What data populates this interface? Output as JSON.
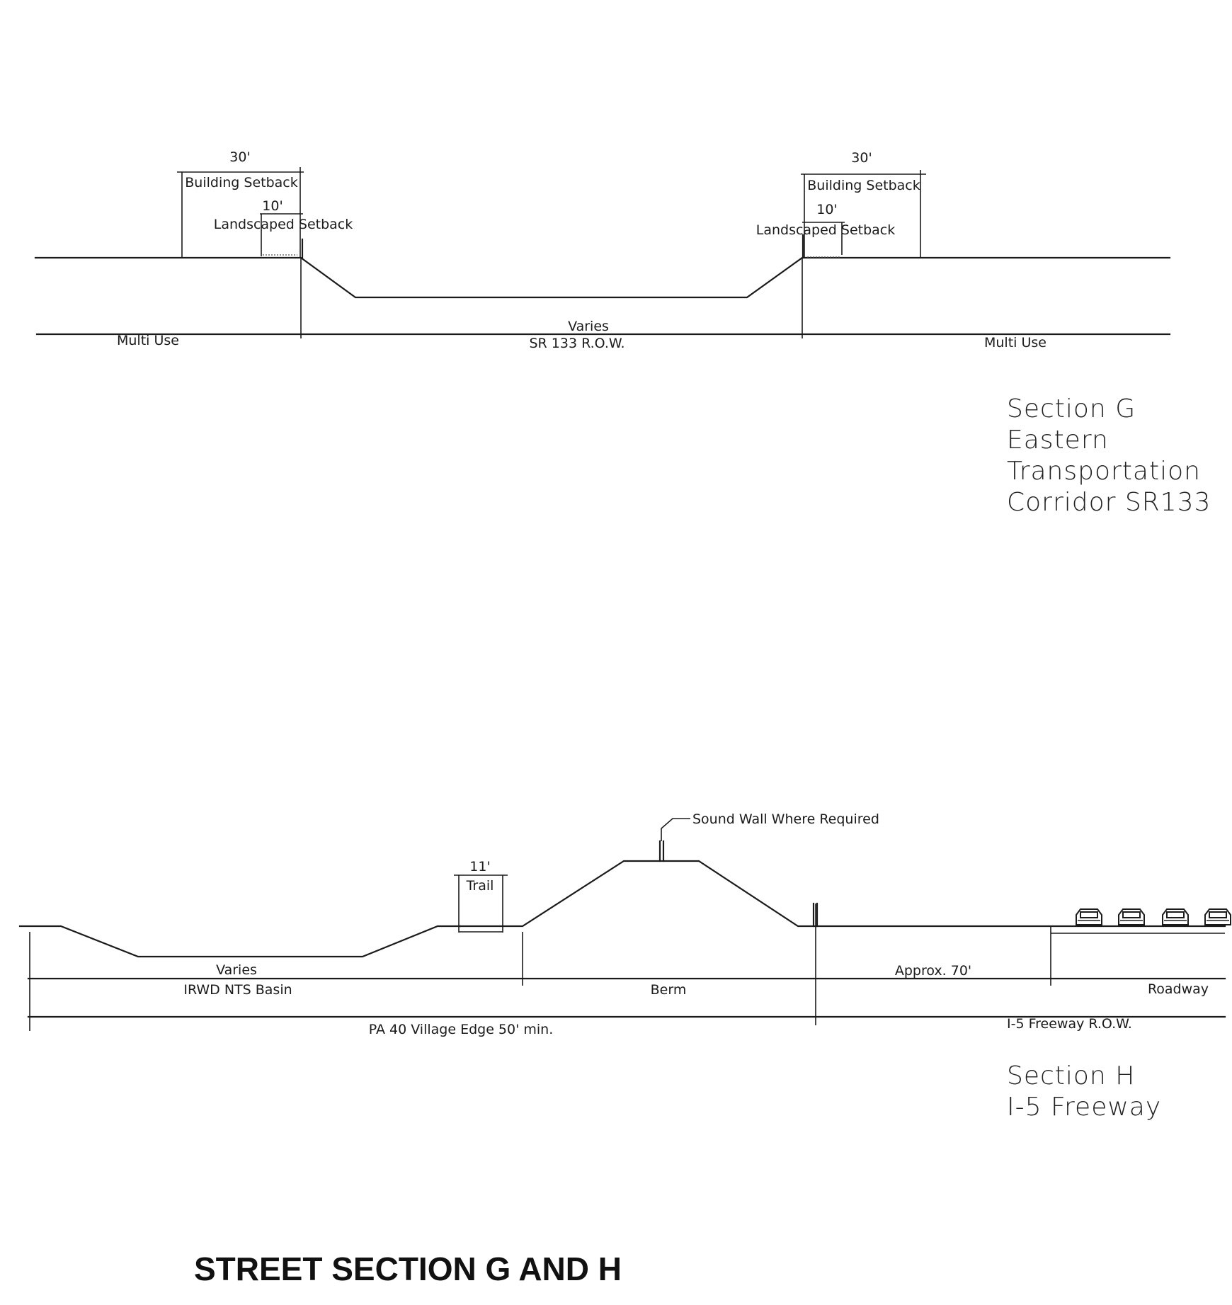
{
  "section_g": {
    "left": {
      "building_setback_dim": "30'",
      "building_setback_label": "Building Setback",
      "landscaped_setback_dim": "10'",
      "landscaped_setback_label": "Landscaped Setback",
      "zone_label": "Multi Use"
    },
    "center": {
      "width_label": "Varies",
      "row_label": "SR 133 R.O.W."
    },
    "right": {
      "building_setback_dim": "30'",
      "building_setback_label": "Building Setback",
      "landscaped_setback_dim": "10'",
      "landscaped_setback_label": "Landscaped Setback",
      "zone_label": "Multi Use"
    },
    "caption": [
      "Section G",
      "Eastern",
      "Transportation",
      "Corridor SR133"
    ]
  },
  "section_h": {
    "sound_wall_label": "Sound Wall Where Required",
    "trail_dim": "11'",
    "trail_label": "Trail",
    "basin_width_label": "Varies",
    "basin_label": "IRWD NTS Basin",
    "berm_label": "Berm",
    "approx_label": "Approx. 70'",
    "roadway_label": "Roadway",
    "village_edge_label": "PA 40 Village Edge 50' min.",
    "freeway_row_label": "I-5 Freeway R.O.W.",
    "vehicle_icons": [
      "car-icon",
      "car-icon",
      "car-icon",
      "car-icon"
    ],
    "caption": [
      "Section H",
      "I-5 Freeway"
    ]
  },
  "page_title": "STREET SECTION G AND H"
}
